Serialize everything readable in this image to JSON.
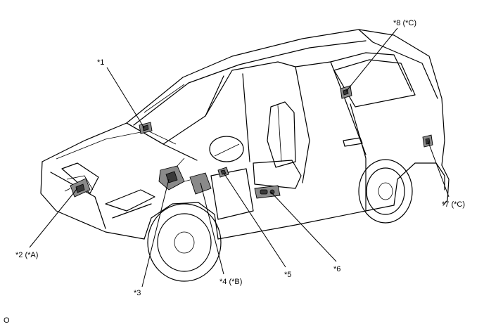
{
  "labels": {
    "c1": "*1",
    "c2": "*2 (*A)",
    "c3": "*3",
    "c4": "*4 (*B)",
    "c5": "*5",
    "c6": "*6",
    "c7": "*7 (*C)",
    "c8": "*8 (*C)"
  },
  "footer": {
    "mark": "O"
  }
}
